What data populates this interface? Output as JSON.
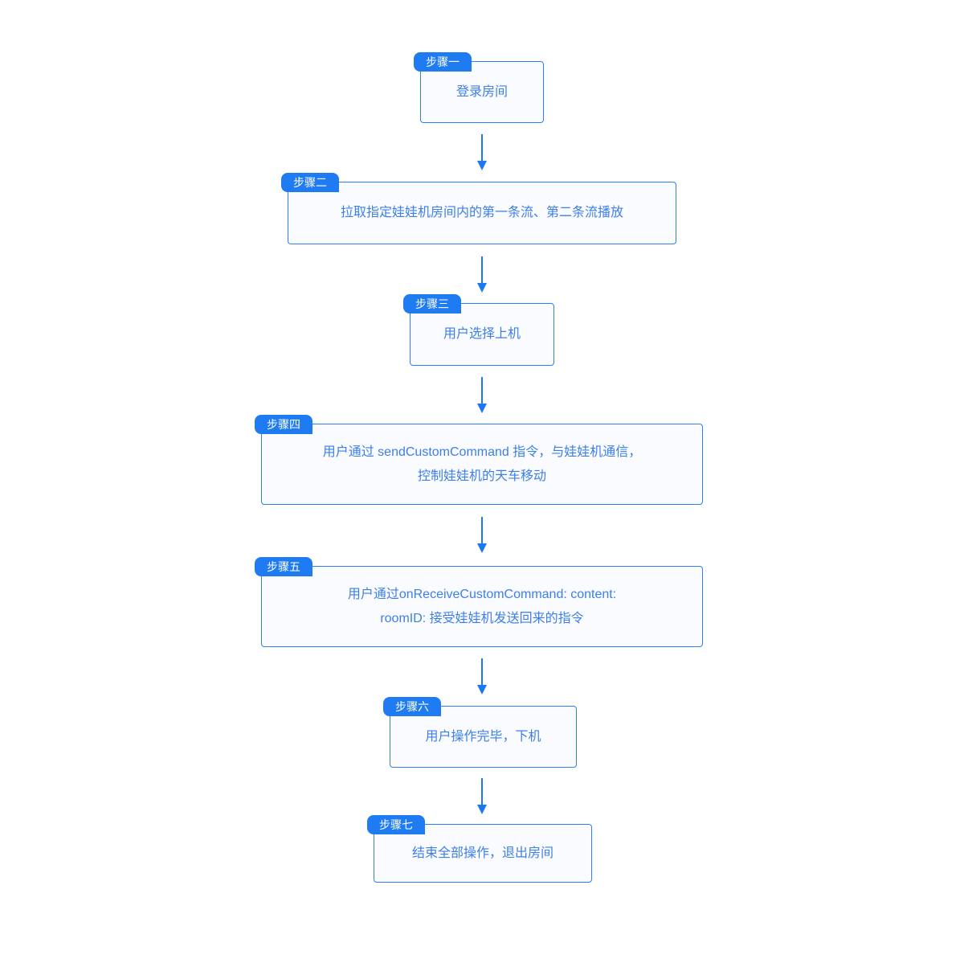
{
  "diagram": {
    "type": "vertical-flowchart",
    "language": "zh-CN",
    "colors": {
      "badge_background": "#1f7bf2",
      "badge_text": "#ffffff",
      "box_border": "#2e7ff2",
      "box_background": "#f9fbff",
      "box_text": "#3d7fea",
      "arrow": "#1c78f2",
      "page_background": "#ffffff"
    },
    "connector_icon": "down-arrow"
  },
  "steps": [
    {
      "badge": "步骤一",
      "lines": [
        "登录房间"
      ]
    },
    {
      "badge": "步骤二",
      "lines": [
        "拉取指定娃娃机房间内的第一条流、第二条流播放"
      ]
    },
    {
      "badge": "步骤三",
      "lines": [
        "用户选择上机"
      ]
    },
    {
      "badge": "步骤四",
      "lines": [
        "用户通过 sendCustomCommand 指令，与娃娃机通信，",
        "控制娃娃机的天车移动"
      ]
    },
    {
      "badge": "步骤五",
      "lines": [
        "用户通过onReceiveCustomCommand: content:",
        "roomID: 接受娃娃机发送回来的指令"
      ]
    },
    {
      "badge": "步骤六",
      "lines": [
        "用户操作完毕，下机"
      ]
    },
    {
      "badge": "步骤七",
      "lines": [
        "结束全部操作，退出房间"
      ]
    }
  ]
}
